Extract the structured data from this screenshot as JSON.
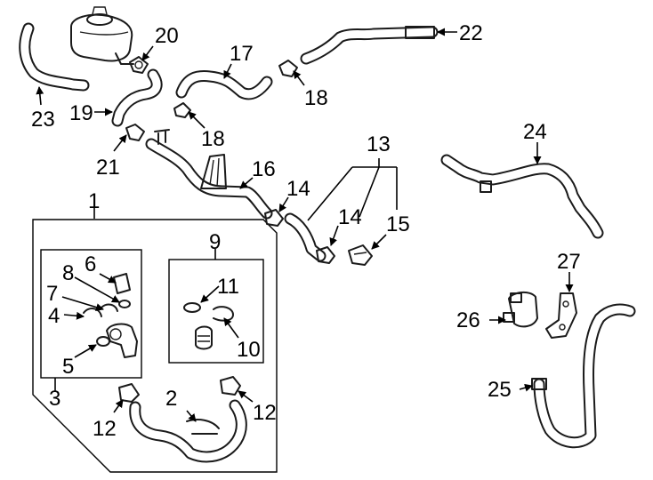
{
  "callouts": [
    "1",
    "2",
    "3",
    "4",
    "5",
    "6",
    "7",
    "8",
    "9",
    "10",
    "11",
    "12",
    "13",
    "14",
    "15",
    "16",
    "17",
    "18",
    "19",
    "20",
    "21",
    "22",
    "23",
    "24",
    "25",
    "26",
    "27"
  ],
  "colors": {
    "line": "#1a1a1a",
    "background": "#ffffff"
  }
}
